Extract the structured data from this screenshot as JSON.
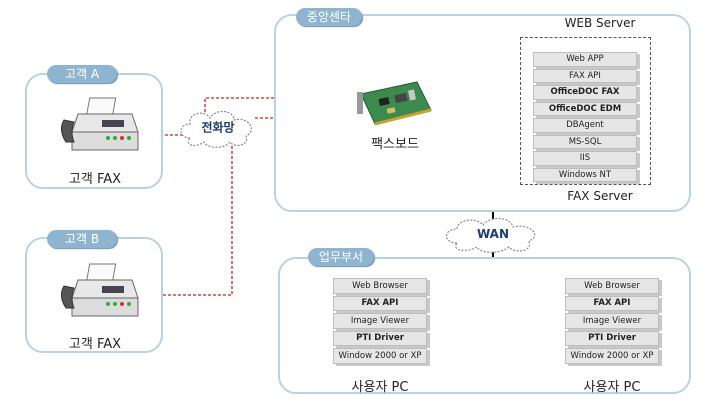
{
  "groups": {
    "center": {
      "tag": "중앙센타",
      "title": "WEB Server",
      "server_caption": "FAX Server",
      "fax_board": "팩스보드"
    },
    "dept": {
      "tag": "업무부서",
      "pc_left": "사용자 PC",
      "pc_right": "사용자 PC"
    },
    "customer_a": {
      "tag": "고객 A",
      "caption": "고객 FAX"
    },
    "customer_b": {
      "tag": "고객 B",
      "caption": "고객 FAX"
    }
  },
  "clouds": {
    "phone": "전화망",
    "wan": "WAN"
  },
  "server_layers": [
    {
      "label": "Web APP",
      "bold": false
    },
    {
      "label": "FAX API",
      "bold": false
    },
    {
      "label": "OfficeDOC FAX",
      "bold": true
    },
    {
      "label": "OfficeDOC EDM",
      "bold": true
    },
    {
      "label": "DBAgent",
      "bold": false
    },
    {
      "label": "MS-SQL",
      "bold": false
    },
    {
      "label": "IIS",
      "bold": false
    },
    {
      "label": "Windows NT",
      "bold": false
    }
  ],
  "pc_layers": [
    {
      "label": "Web Browser",
      "bold": false
    },
    {
      "label": "FAX API",
      "bold": true
    },
    {
      "label": "Image Viewer",
      "bold": false
    },
    {
      "label": "PTI Driver",
      "bold": true
    },
    {
      "label": "Window 2000 or XP",
      "bold": false
    }
  ],
  "colors": {
    "group_border": "#b9d3e6",
    "tag_bg": "#8fb4cf",
    "phone_line": "#cc2222",
    "network_line": "#000000"
  }
}
